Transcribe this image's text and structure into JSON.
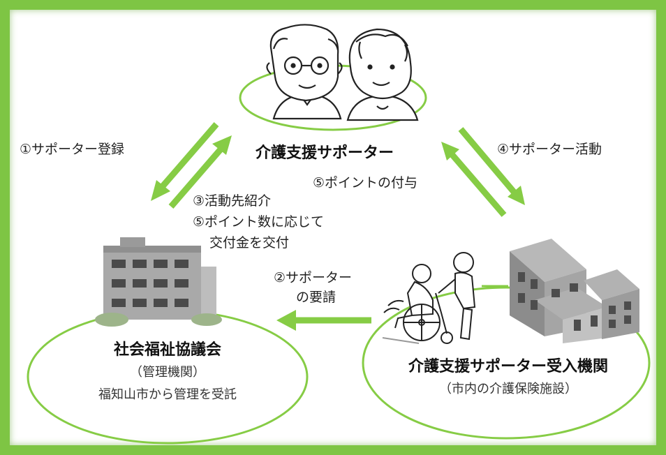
{
  "nodes": {
    "supporter": {
      "title": "介護支援サポーター"
    },
    "council": {
      "title": "社会福祉協議会",
      "subtitle": "（管理機関）",
      "note": "福知山市から管理を受託"
    },
    "facility": {
      "title": "介護支援サポーター受入機関",
      "subtitle": "（市内の介護保険施設）"
    }
  },
  "flows": {
    "step1": "①サポーター登録",
    "step2_line1": "②サポーター",
    "step2_line2": "の要請",
    "step3": "③活動先紹介",
    "step5_council_line1": "⑤ポイント数に応じて",
    "step5_council_line2": "交付金を交付",
    "step4": "④サポーター活動",
    "step5_facility": "⑤ポイントの付与"
  },
  "colors": {
    "border": "#7ec544",
    "arrow": "#86cc45",
    "ellipse": "#86cc45"
  },
  "icons": {
    "supporter_illustration": "elderly-couple-icon",
    "council_illustration": "office-building-icon",
    "facility_illustration": "wheelchair-care-facility-icon"
  }
}
